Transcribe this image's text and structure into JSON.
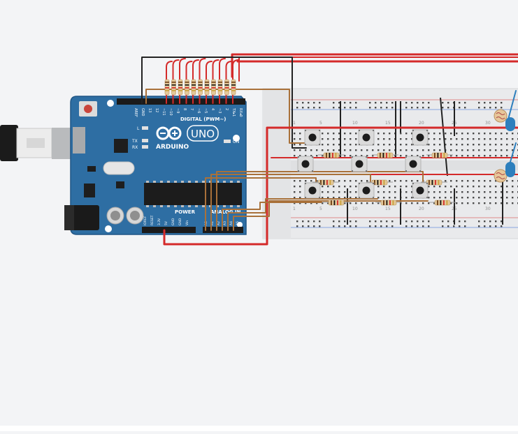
{
  "colors": {
    "background": "#f3f4f6",
    "board": "#2e6ea3",
    "board_dark": "#1f5585",
    "breadboard": "#e9eaec",
    "wire_red": "#d42a2a",
    "wire_brown": "#a9713a",
    "wire_black": "#222222",
    "resistor_body": "#e3c89a",
    "led_blue": "#2d7fbd"
  },
  "board": {
    "brand": "ARDUINO",
    "model": "UNO",
    "digital_label": "DIGITAL (PWM~)",
    "power_label": "POWER",
    "analog_label": "ANALOG IN",
    "on_label": "ON",
    "l_label": "L",
    "tx_label": "TX",
    "rx_label": "RX",
    "digital_pins": [
      "AREF",
      "GND",
      "13",
      "12",
      "~11",
      "~10",
      "~9",
      "8",
      "7",
      "~6",
      "~5",
      "4",
      "~3",
      "2",
      "TX▸1",
      "RX◂0"
    ],
    "power_pins": [
      "IOREF",
      "RESET",
      "3.3V",
      "5V",
      "GND",
      "GND",
      "Vin"
    ],
    "analog_pins": [
      "A0",
      "A1",
      "A2",
      "A3",
      "A4",
      "A5"
    ]
  },
  "breadboard": {
    "column_numbers": [
      "1",
      "5",
      "10",
      "15",
      "20",
      "25",
      "30"
    ]
  }
}
